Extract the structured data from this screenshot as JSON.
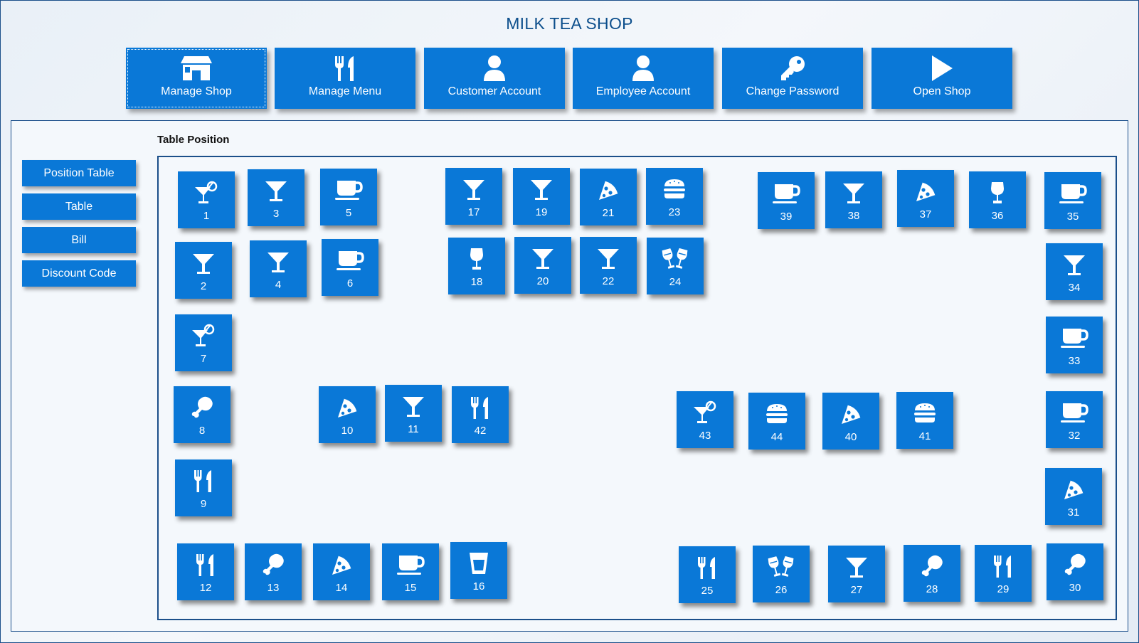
{
  "app": {
    "title": "MILK TEA SHOP"
  },
  "toolbar": [
    {
      "label": "Manage Shop",
      "icon": "store-icon"
    },
    {
      "label": "Manage Menu",
      "icon": "utensils-icon"
    },
    {
      "label": "Customer Account",
      "icon": "user-icon"
    },
    {
      "label": "Employee Account",
      "icon": "user-icon"
    },
    {
      "label": "Change Password",
      "icon": "key-icon"
    },
    {
      "label": "Open Shop",
      "icon": "play-icon"
    }
  ],
  "sidebar": {
    "items": [
      {
        "label": "Position Table"
      },
      {
        "label": "Table"
      },
      {
        "label": "Bill"
      },
      {
        "label": "Discount Code"
      }
    ]
  },
  "main": {
    "section_label": "Table Position"
  },
  "tables": [
    {
      "number": "1",
      "icon": "cocktail-icon"
    },
    {
      "number": "3",
      "icon": "martini-icon"
    },
    {
      "number": "5",
      "icon": "coffee-cup-icon"
    },
    {
      "number": "17",
      "icon": "martini-icon"
    },
    {
      "number": "19",
      "icon": "martini-icon"
    },
    {
      "number": "21",
      "icon": "pizza-icon"
    },
    {
      "number": "23",
      "icon": "burger-icon"
    },
    {
      "number": "39",
      "icon": "coffee-cup-icon"
    },
    {
      "number": "38",
      "icon": "martini-icon"
    },
    {
      "number": "37",
      "icon": "pizza-icon"
    },
    {
      "number": "36",
      "icon": "wine-glass-icon"
    },
    {
      "number": "35",
      "icon": "coffee-cup-icon"
    },
    {
      "number": "2",
      "icon": "martini-icon"
    },
    {
      "number": "4",
      "icon": "martini-icon"
    },
    {
      "number": "6",
      "icon": "coffee-cup-icon"
    },
    {
      "number": "18",
      "icon": "wine-glass-icon"
    },
    {
      "number": "20",
      "icon": "martini-icon"
    },
    {
      "number": "22",
      "icon": "martini-icon"
    },
    {
      "number": "24",
      "icon": "cheers-icon"
    },
    {
      "number": "34",
      "icon": "martini-icon"
    },
    {
      "number": "7",
      "icon": "cocktail-icon"
    },
    {
      "number": "33",
      "icon": "coffee-cup-icon"
    },
    {
      "number": "8",
      "icon": "drumstick-icon"
    },
    {
      "number": "10",
      "icon": "pizza-icon"
    },
    {
      "number": "11",
      "icon": "martini-icon"
    },
    {
      "number": "42",
      "icon": "utensils-icon"
    },
    {
      "number": "43",
      "icon": "cocktail-icon"
    },
    {
      "number": "44",
      "icon": "burger-icon"
    },
    {
      "number": "40",
      "icon": "pizza-icon"
    },
    {
      "number": "41",
      "icon": "burger-icon"
    },
    {
      "number": "32",
      "icon": "coffee-cup-icon"
    },
    {
      "number": "9",
      "icon": "utensils-icon"
    },
    {
      "number": "31",
      "icon": "pizza-icon"
    },
    {
      "number": "12",
      "icon": "utensils-icon"
    },
    {
      "number": "13",
      "icon": "drumstick-icon"
    },
    {
      "number": "14",
      "icon": "pizza-icon"
    },
    {
      "number": "15",
      "icon": "coffee-cup-icon"
    },
    {
      "number": "16",
      "icon": "glass-icon"
    },
    {
      "number": "25",
      "icon": "utensils-icon"
    },
    {
      "number": "26",
      "icon": "cheers-icon"
    },
    {
      "number": "27",
      "icon": "martini-icon"
    },
    {
      "number": "28",
      "icon": "drumstick-icon"
    },
    {
      "number": "29",
      "icon": "utensils-icon"
    },
    {
      "number": "30",
      "icon": "drumstick-icon"
    }
  ]
}
